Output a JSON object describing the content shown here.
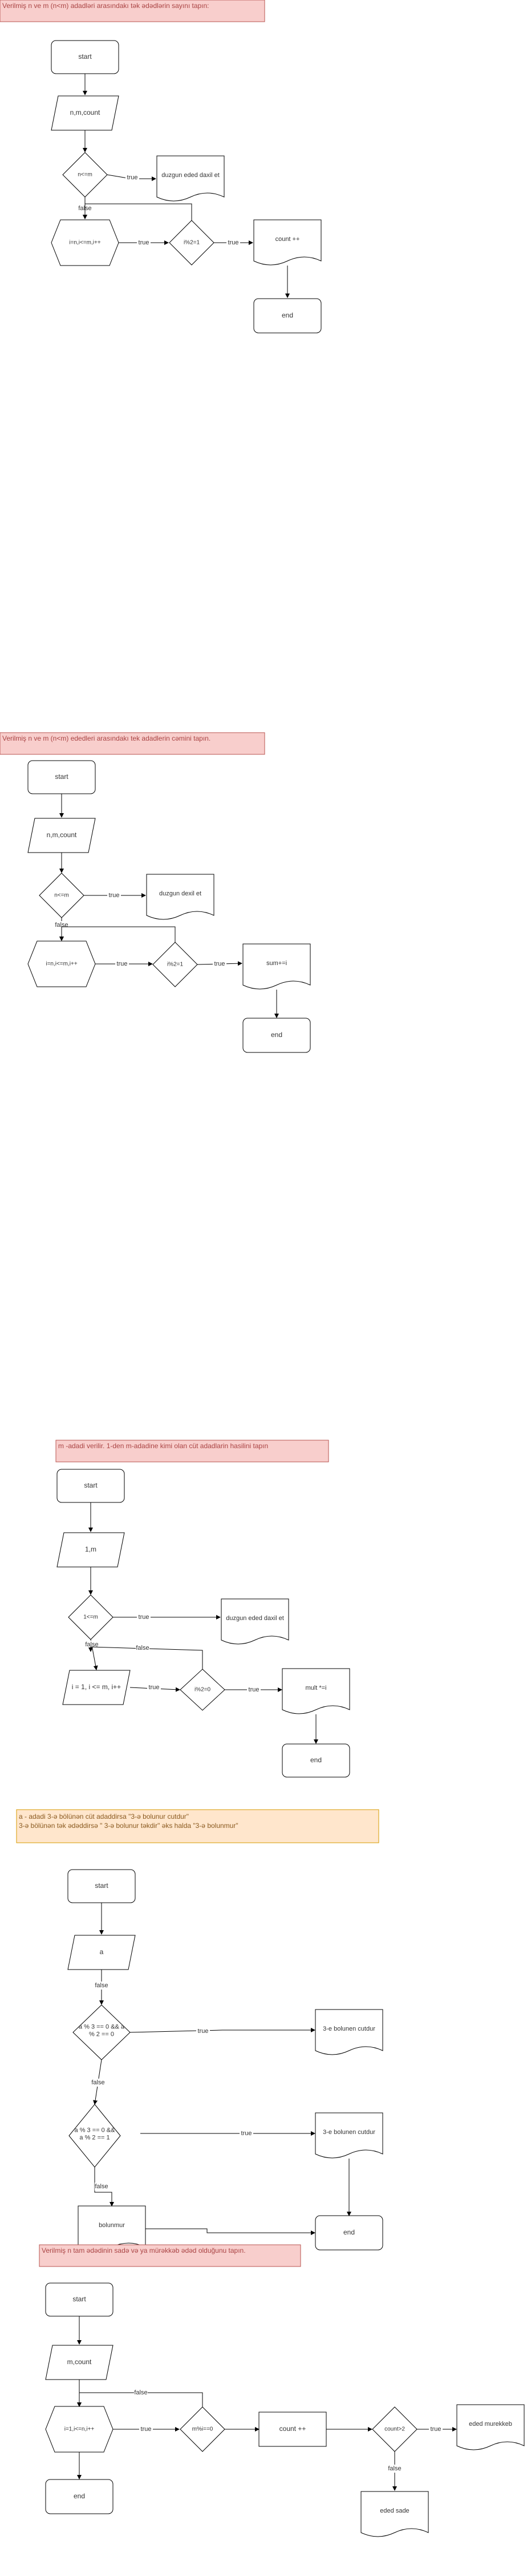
{
  "diagrams": [
    {
      "title": "Verilmiş n ve m (n<m) adadləri arasındakı tək ədədlərin sayını tapın:",
      "nodes": {
        "start": "start",
        "input": "n,m,count",
        "cond": "n<=m",
        "error": "duzgun eded daxil et",
        "loop": "i=n,i<=m,i++",
        "check": "i%2=1",
        "action": "count ++",
        "end": "end"
      },
      "edges": {
        "true1": "true",
        "false1": "false",
        "true2": "true",
        "true3": "true"
      }
    },
    {
      "title": "Verilmiş n ve m (n<m) ededleri arasındakı tek adadlerin cəmini tapın.",
      "nodes": {
        "start": "start",
        "input": "n,m,count",
        "cond": "n<=m",
        "error": "duzgun dexil et",
        "loop": "i=n,i<=m,i++",
        "check": "i%2=1",
        "action": "sum+=i",
        "end": "end"
      },
      "edges": {
        "true1": "true",
        "false1": "false",
        "true2": "true",
        "true3": "true"
      }
    },
    {
      "title": "m -adadi verilir. 1-den m-adadine kimi olan cüt adadlarin hasilini tapın",
      "nodes": {
        "start": "start",
        "input": "1,m",
        "cond": "1<=m",
        "error": "duzgun eded daxil et",
        "loop": "i = 1, i <= m, i++",
        "check": "i%2=0",
        "action": "mult *=i",
        "end": "end"
      },
      "edges": {
        "true1": "true",
        "false1": "false",
        "back": "false",
        "true2": "true",
        "true3": "true"
      }
    },
    {
      "title": "a - adadi 3-ə bölünən cüt adaddirsa \"3-ə bolunur cutdur\" ,3-ə bölünən tək ədəddirsə \" 3-ə bolunur təkdir\" əks halda \"3-ə bolunmur\"",
      "nodes": {
        "start": "start",
        "input": "a",
        "cond1": "a % 3 == 0 && a % 2 == 0",
        "out1": "3-e bolunen cutdur",
        "cond2": "a % 3 == 0 && a % 2 == 1",
        "out2": "3-e bolunen cutdur",
        "out3": "bolunmur",
        "end": "end"
      },
      "edges": {
        "false0": "false",
        "true1": "true",
        "false1": "false",
        "true2": "true",
        "false2": "false"
      }
    },
    {
      "title": "Verilmiş n tam ədədinin sadə və ya mürəkkəb ədəd olduğunu tapın.",
      "nodes": {
        "start": "start",
        "input": "m,count",
        "loop": "i=1,i<=n,i++",
        "check": "m%i==0",
        "action": "count ++",
        "cond": "count>2",
        "composite": "eded murekkeb",
        "prime": "eded sade",
        "end": "end"
      },
      "edges": {
        "back": "false",
        "true1": "true",
        "true2": "true",
        "false2": "false"
      }
    }
  ]
}
